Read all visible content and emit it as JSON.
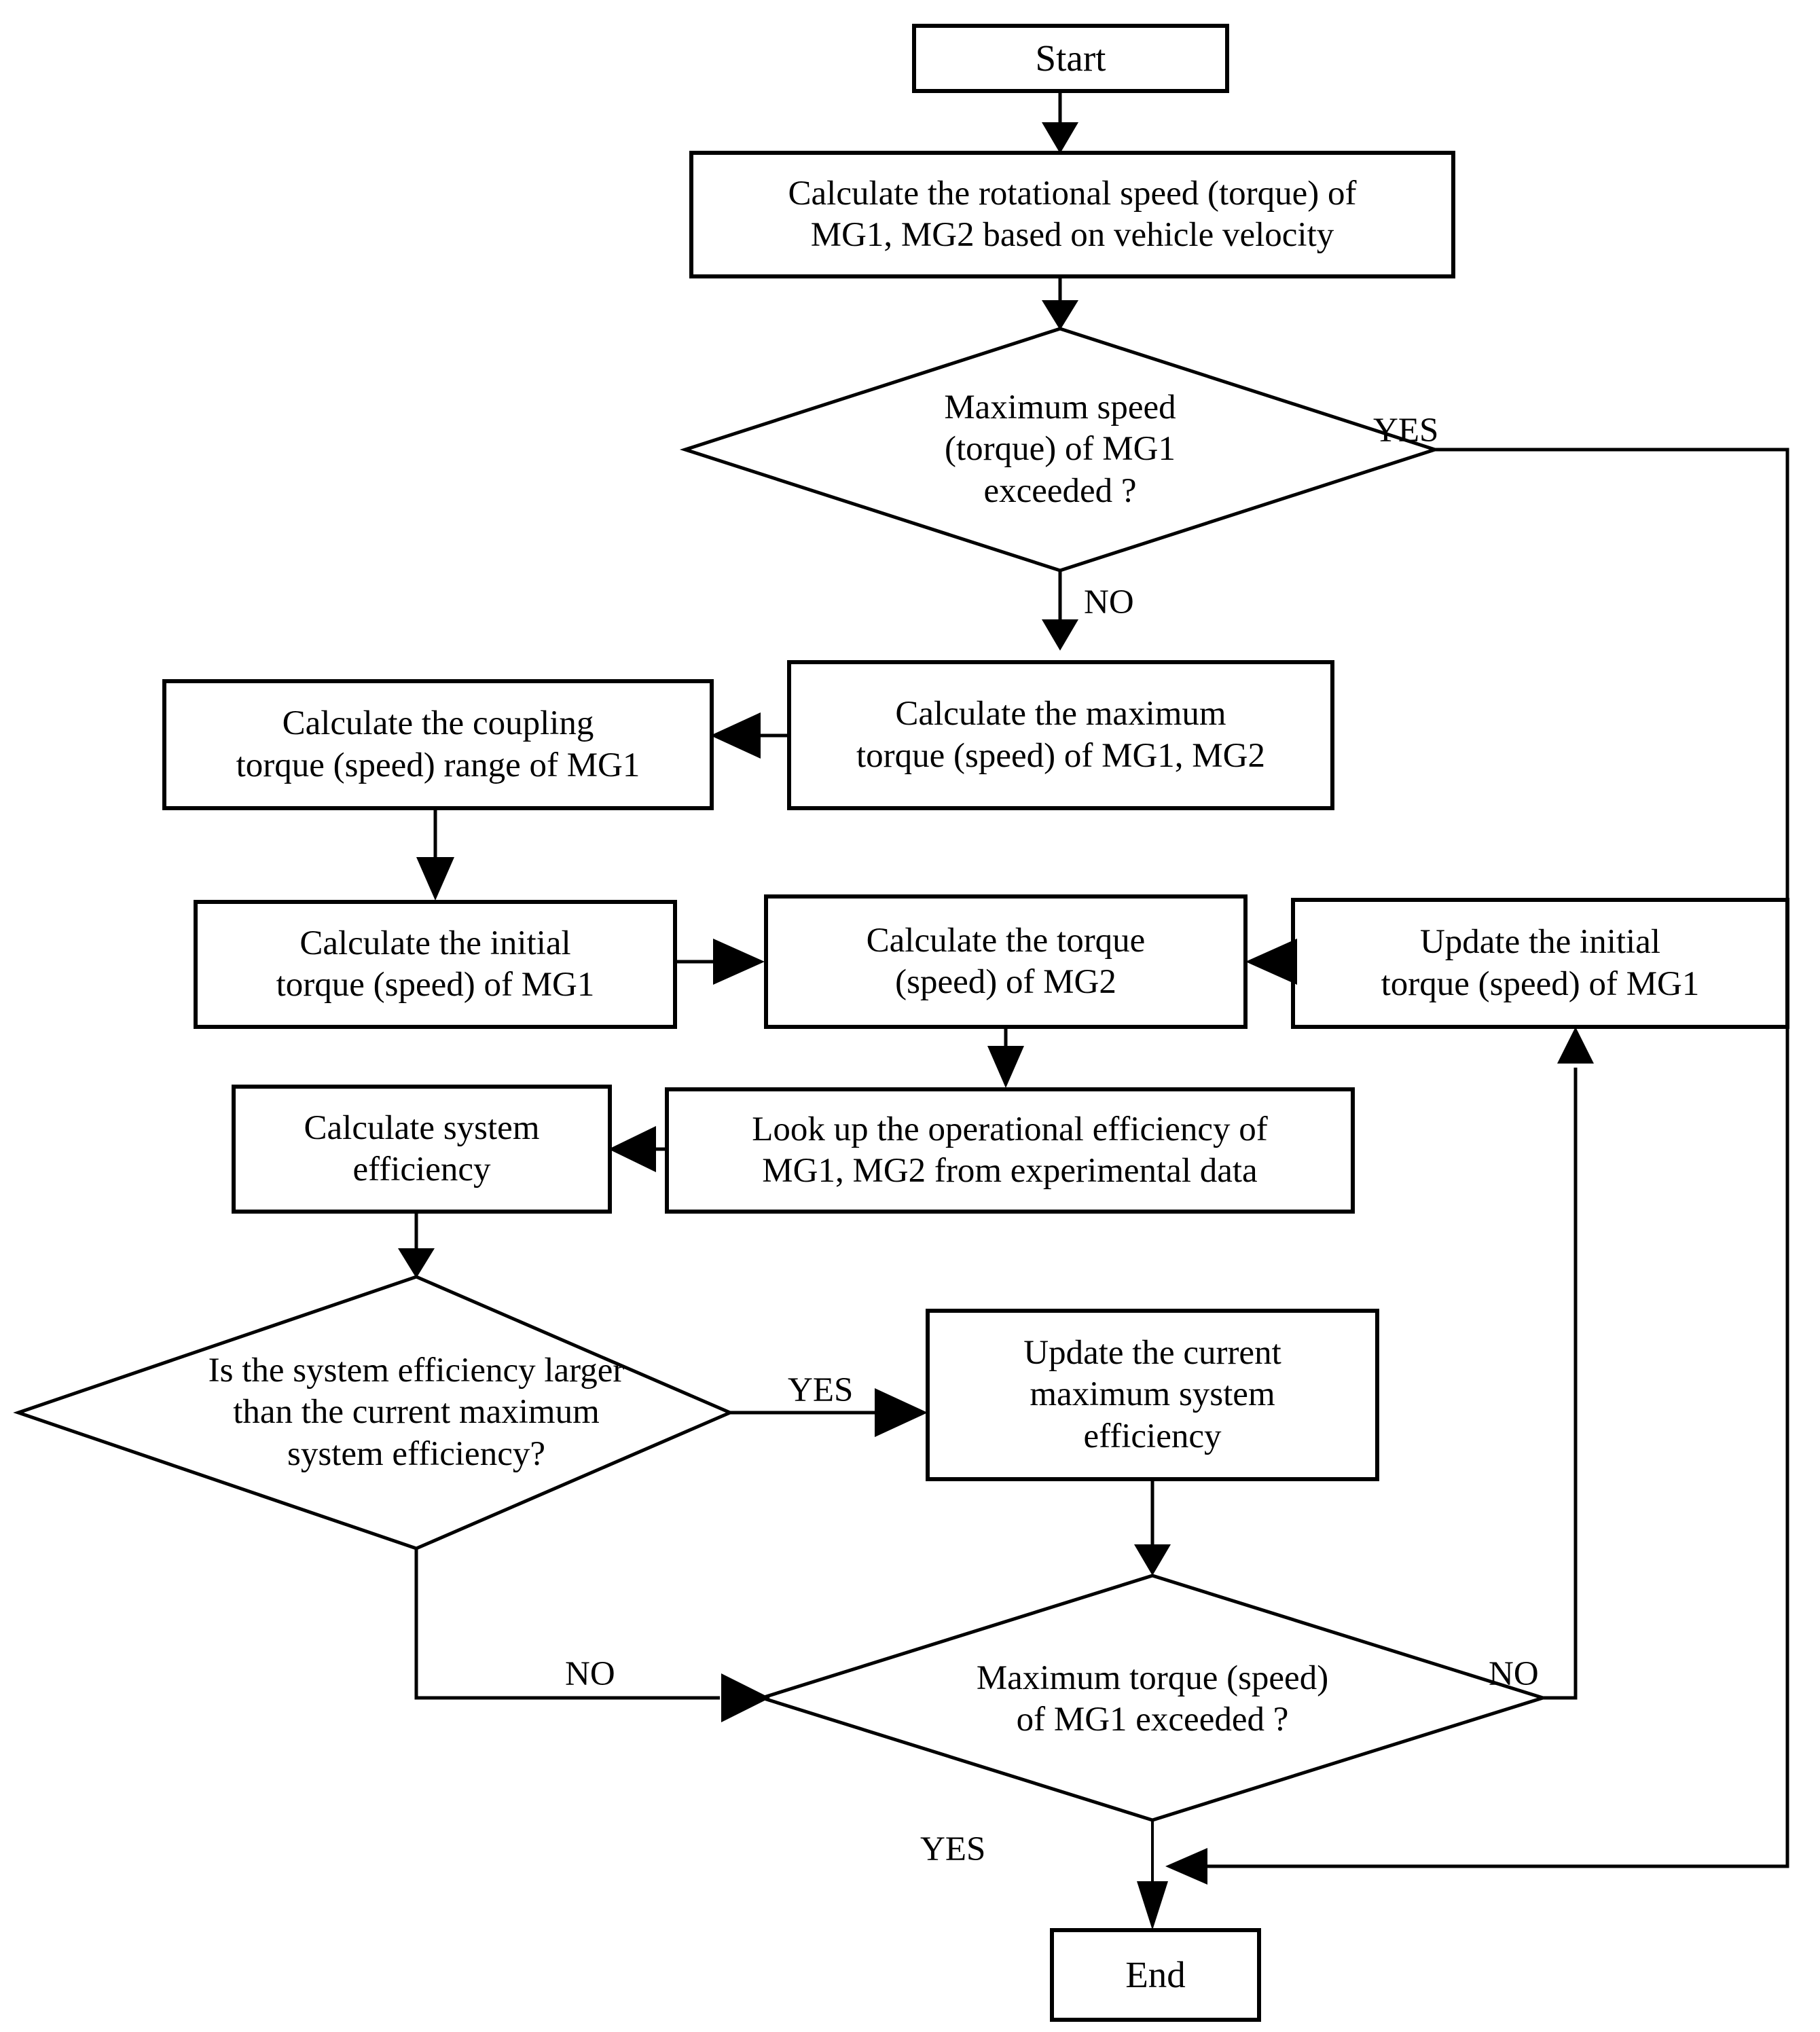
{
  "diagram": {
    "title": "MG1/MG2 torque-speed optimization flowchart",
    "background_color": "#ffffff",
    "line_color": "#000000",
    "text_color": "#000000"
  },
  "nodes": {
    "start": {
      "label": "Start",
      "shape": "rect"
    },
    "calc_rotational_speed": {
      "label": "Calculate the rotational speed (torque) of\nMG1, MG2 based on vehicle velocity",
      "shape": "rect"
    },
    "max_speed_check": {
      "label": "Maximum speed\n(torque) of MG1\nexceeded ?",
      "shape": "diamond"
    },
    "calc_max_torque": {
      "label": "Calculate the maximum\ntorque (speed) of MG1, MG2",
      "shape": "rect"
    },
    "calc_coupling_range": {
      "label": "Calculate the coupling\ntorque (speed) range of MG1",
      "shape": "rect"
    },
    "calc_initial_torque": {
      "label": "Calculate the initial\ntorque (speed) of MG1",
      "shape": "rect"
    },
    "calc_torque_mg2": {
      "label": "Calculate the torque\n(speed) of MG2",
      "shape": "rect"
    },
    "update_initial_torque": {
      "label": "Update the initial\ntorque (speed) of MG1",
      "shape": "rect"
    },
    "lookup_efficiency": {
      "label": "Look up the operational efficiency of\nMG1, MG2 from experimental data",
      "shape": "rect"
    },
    "calc_system_efficiency": {
      "label": "Calculate system\nefficiency",
      "shape": "rect"
    },
    "efficiency_check": {
      "label": "Is the system efficiency  larger\nthan the current maximum\nsystem efficiency?",
      "shape": "diamond"
    },
    "update_max_efficiency": {
      "label": "Update the current\nmaximum system\nefficiency",
      "shape": "rect"
    },
    "max_torque_check": {
      "label": "Maximum torque  (speed)\nof MG1 exceeded ?",
      "shape": "diamond"
    },
    "end": {
      "label": "End",
      "shape": "rect"
    }
  },
  "edge_labels": {
    "max_speed_yes": "YES",
    "max_speed_no": "NO",
    "efficiency_yes": "YES",
    "efficiency_no": "NO",
    "max_torque_no": "NO",
    "max_torque_yes": "YES"
  }
}
